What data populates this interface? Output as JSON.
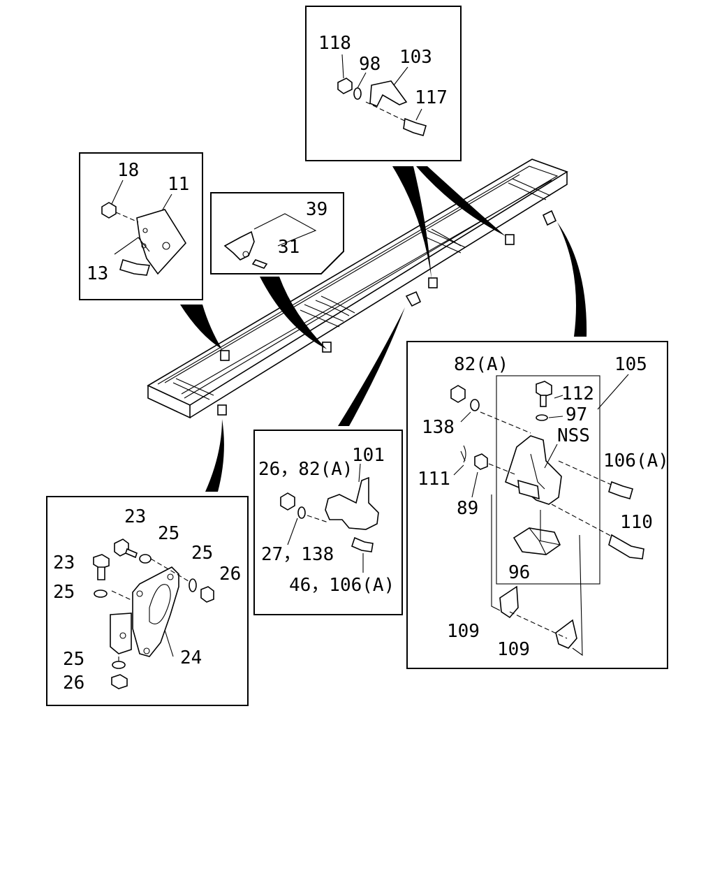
{
  "diagram": {
    "labels": {
      "top_box": {
        "l118": "118",
        "l98": "98",
        "l103": "103",
        "l117": "117"
      },
      "left_upper_box": {
        "l18": "18",
        "l11": "11",
        "l13": "13"
      },
      "mid_upper_box": {
        "l39": "39",
        "l31": "31"
      },
      "lower_left_box": {
        "l23a": "23",
        "l25a": "25",
        "l23b": "23",
        "l25b": "25",
        "l26a": "26",
        "l25c": "25",
        "l24": "24",
        "l25d": "25",
        "l26b": "26"
      },
      "lower_mid_box": {
        "l26_82a": "26，82(A)",
        "l101": "101",
        "l27_138": "27，138",
        "l46_106a": "46，106(A)"
      },
      "right_box": {
        "l82a": "82(A)",
        "l105": "105",
        "l112": "112",
        "l97": "97",
        "l138": "138",
        "lnss": "NSS",
        "l106a": "106(A)",
        "l111": "111",
        "l89": "89",
        "l110": "110",
        "l96": "96",
        "l109a": "109",
        "l109b": "109"
      }
    }
  }
}
